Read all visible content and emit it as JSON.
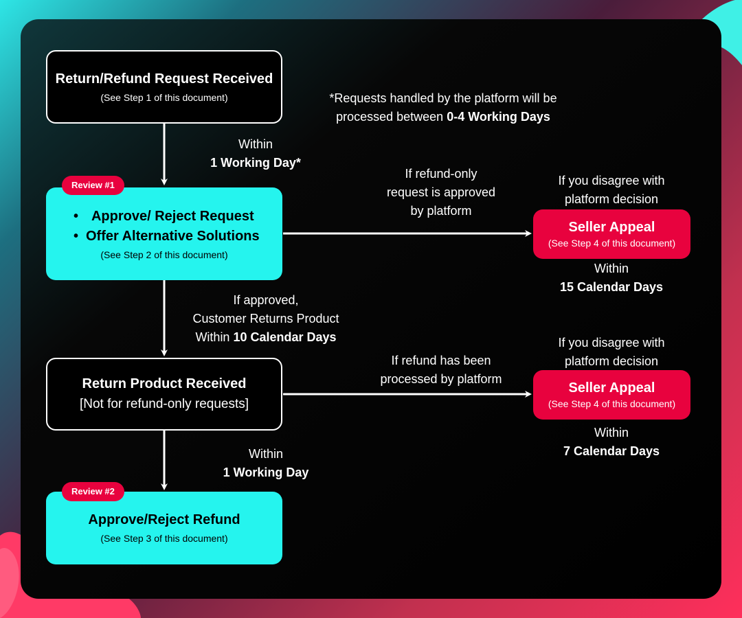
{
  "note": {
    "line1": "*Requests handled by the platform will be",
    "line2_prefix": "processed between ",
    "line2_bold": "0-4 Working Days"
  },
  "step1": {
    "title": "Return/Refund Request Received",
    "subtitle": "(See Step 1 of this document)"
  },
  "step1_to_review1": {
    "line1": "Within",
    "line2": "1 Working Day*"
  },
  "review1": {
    "badge": "Review #1",
    "bullets": [
      "Approve/ Reject Request",
      "Offer Alternative Solutions"
    ],
    "subtitle": "(See Step 2 of this document)"
  },
  "review1_to_appeal1": {
    "line1": "If refund-only",
    "line2": "request is approved",
    "line3": "by platform"
  },
  "appeal1": {
    "above1": "If you disagree with",
    "above2": "platform decision",
    "title": "Seller Appeal",
    "subtitle": "(See Step 4 of this document)",
    "below1": "Within",
    "below2": "15 Calendar Days"
  },
  "review1_to_return": {
    "line1": "If approved,",
    "line2": "Customer Returns Product",
    "line3_prefix": "Within ",
    "line3_bold": "10 Calendar Days"
  },
  "return_received": {
    "title": "Return Product Received",
    "subtitle": "[Not for refund-only requests]"
  },
  "return_to_appeal2": {
    "line1": "If refund has been",
    "line2": "processed by platform"
  },
  "appeal2": {
    "above1": "If you disagree with",
    "above2": "platform decision",
    "title": "Seller Appeal",
    "subtitle": "(See Step 4 of this document)",
    "below1": "Within",
    "below2": "7 Calendar Days"
  },
  "return_to_review2": {
    "line1": "Within",
    "line2": "1 Working Day"
  },
  "review2": {
    "badge": "Review #2",
    "title": "Approve/Reject Refund",
    "subtitle": "(See Step 3 of this document)"
  },
  "colors": {
    "cyan": "#25f4ee",
    "red": "#e8023e",
    "black": "#000000",
    "white": "#ffffff"
  }
}
